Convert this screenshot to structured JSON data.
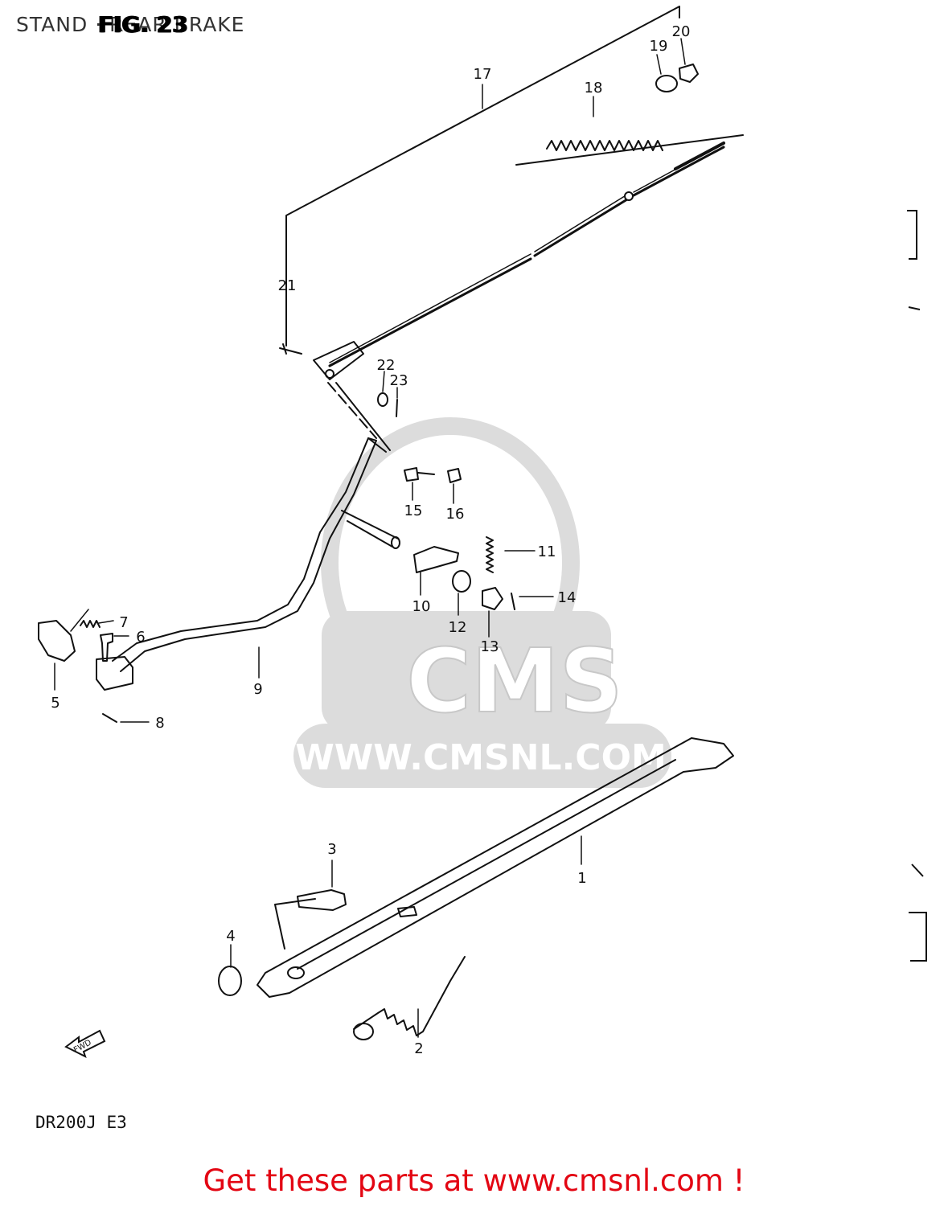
{
  "header": {
    "title": "STAND · REAR BRAKE",
    "figure": "FIG. 23"
  },
  "watermark": {
    "brand": "CMS",
    "url": "WWW.CMSNL.COM"
  },
  "callouts": [
    "1",
    "2",
    "3",
    "4",
    "5",
    "6",
    "7",
    "8",
    "9",
    "10",
    "11",
    "12",
    "13",
    "14",
    "15",
    "16",
    "17",
    "18",
    "19",
    "20",
    "21",
    "22",
    "23"
  ],
  "fwd_arrow": "FWD",
  "model": "DR200J  E3",
  "cta": "Get these parts at www.cmsnl.com !",
  "colors": {
    "cta": "#e30613",
    "line": "#111111",
    "watermark": "#d4d4d4"
  }
}
